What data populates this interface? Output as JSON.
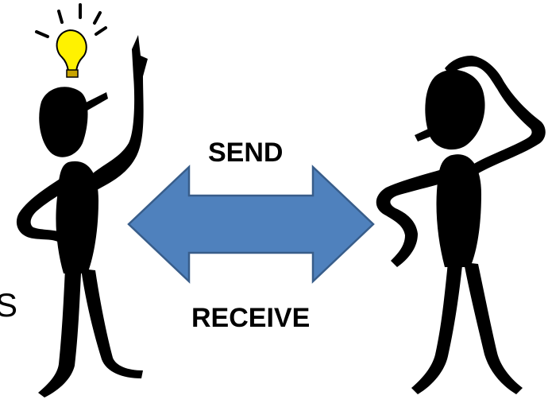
{
  "labels": {
    "send": "SEND",
    "receive": "RECEIVE",
    "edge_fragment": "S"
  },
  "colors": {
    "arrow_fill": "#4f81bd",
    "arrow_stroke": "#385d8a",
    "figure": "#000000",
    "bulb": "#fff200",
    "bulb_base": "#c8a400"
  },
  "icons": {
    "left_figure": "thinking-person-with-idea-icon",
    "right_figure": "confused-person-scratching-head-icon",
    "bulb": "lightbulb-icon",
    "arrow": "double-headed-arrow-icon"
  }
}
